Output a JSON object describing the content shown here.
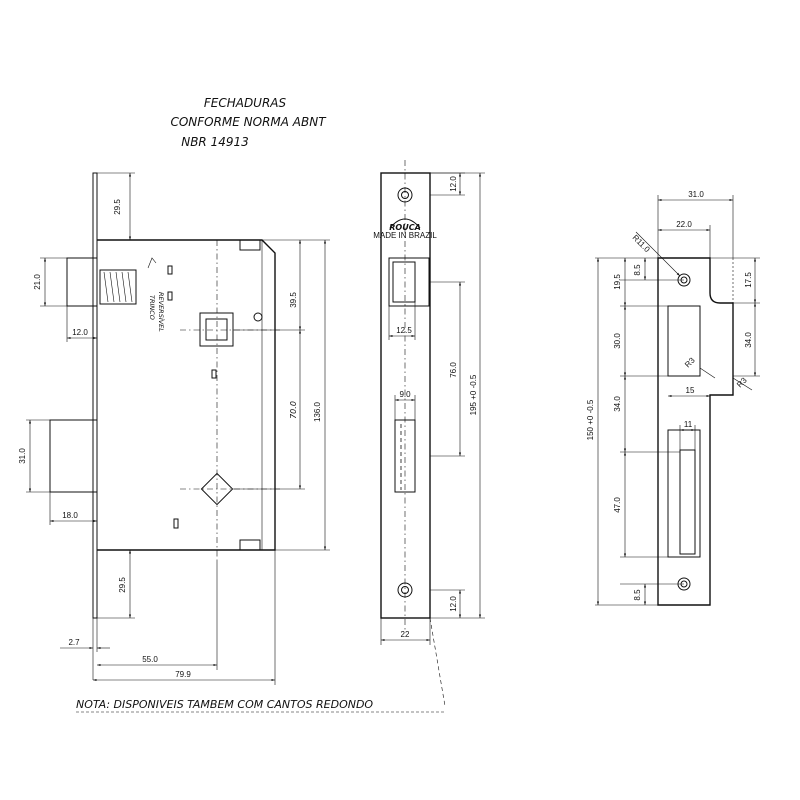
{
  "header": {
    "line1": "FECHADURAS",
    "line2": "CONFORME  NORMA  ABNT",
    "line3": "NBR  14913"
  },
  "lock_front": {
    "dims": {
      "top_29_5": "29.5",
      "bottom_29_5": "29.5",
      "latch_21": "21.0",
      "latch_12": "12.0",
      "bolt_31": "31.0",
      "bolt_18": "18.0",
      "d39_5": "39.5",
      "d70": "70.0",
      "d136": "136.0",
      "d2_7": "2.7",
      "d55": "55.0",
      "d79_9": "79.9"
    },
    "labels": {
      "trinco": "TRINCO",
      "reversivel": "REVERSÍVEL"
    }
  },
  "faceplate": {
    "brand": "ROUCA",
    "made_in": "MADE IN BRAZIL",
    "dims": {
      "top_12": "12.0",
      "bottom_12": "12.0",
      "w12_5": "12.5",
      "d76": "76.0",
      "d195": "195 +0 -0.5",
      "w9": "9.0",
      "w22": "22"
    }
  },
  "strike": {
    "dims": {
      "w31": "31.0",
      "w22": "22.0",
      "r11": "R11.0",
      "d8_5_top": "8.5",
      "d19_5": "19.5",
      "d17_5": "17.5",
      "d30": "30.0",
      "d34_right": "34.0",
      "r3_a": "R3",
      "r3_b": "R3",
      "d15": "15",
      "d34_left": "34.0",
      "d150": "150 +0 -0.5",
      "d11": "11",
      "d47": "47.0",
      "d8_5_bottom": "8.5"
    }
  },
  "note": "NOTA:  DISPONIVEIS  TAMBEM  COM  CANTOS  REDONDO"
}
